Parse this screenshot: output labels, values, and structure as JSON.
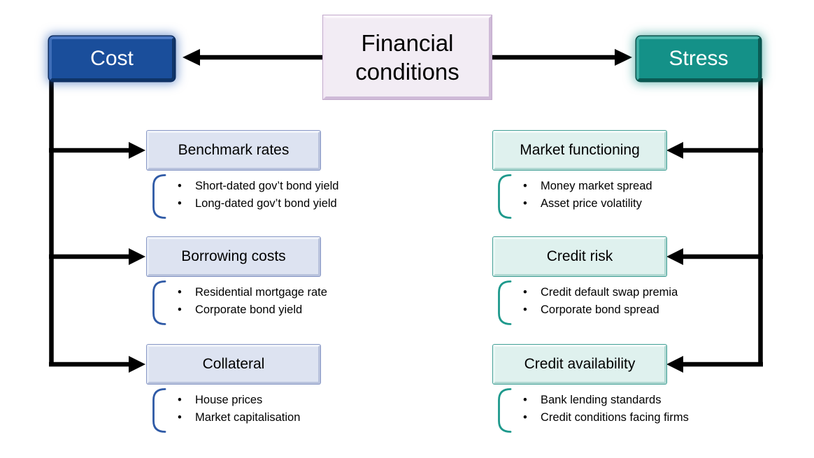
{
  "diagram": {
    "title": "Financial conditions",
    "left": {
      "label": "Cost",
      "accent": "#2F5AA6",
      "box_fill": "#1A4E9B",
      "sub_fill": "#DDE3F1",
      "groups": [
        {
          "heading": "Benchmark rates",
          "bullets": [
            "Short-dated gov’t bond yield",
            "Long-dated gov’t bond yield"
          ]
        },
        {
          "heading": "Borrowing costs",
          "bullets": [
            "Residential mortgage rate",
            "Corporate bond yield"
          ]
        },
        {
          "heading": "Collateral",
          "bullets": [
            "House prices",
            "Market capitalisation"
          ]
        }
      ]
    },
    "right": {
      "label": "Stress",
      "accent": "#1E998C",
      "box_fill": "#149188",
      "sub_fill": "#DFF1EE",
      "groups": [
        {
          "heading": "Market functioning",
          "bullets": [
            "Money market spread",
            "Asset price volatility"
          ]
        },
        {
          "heading": "Credit risk",
          "bullets": [
            "Credit default swap premia",
            "Corporate bond spread"
          ]
        },
        {
          "heading": "Credit availability",
          "bullets": [
            "Bank lending standards",
            "Credit conditions facing firms"
          ]
        }
      ]
    },
    "colors": {
      "arrow": "#000000",
      "title_fill": "#F2ECF4",
      "background": "#FFFFFF"
    }
  }
}
